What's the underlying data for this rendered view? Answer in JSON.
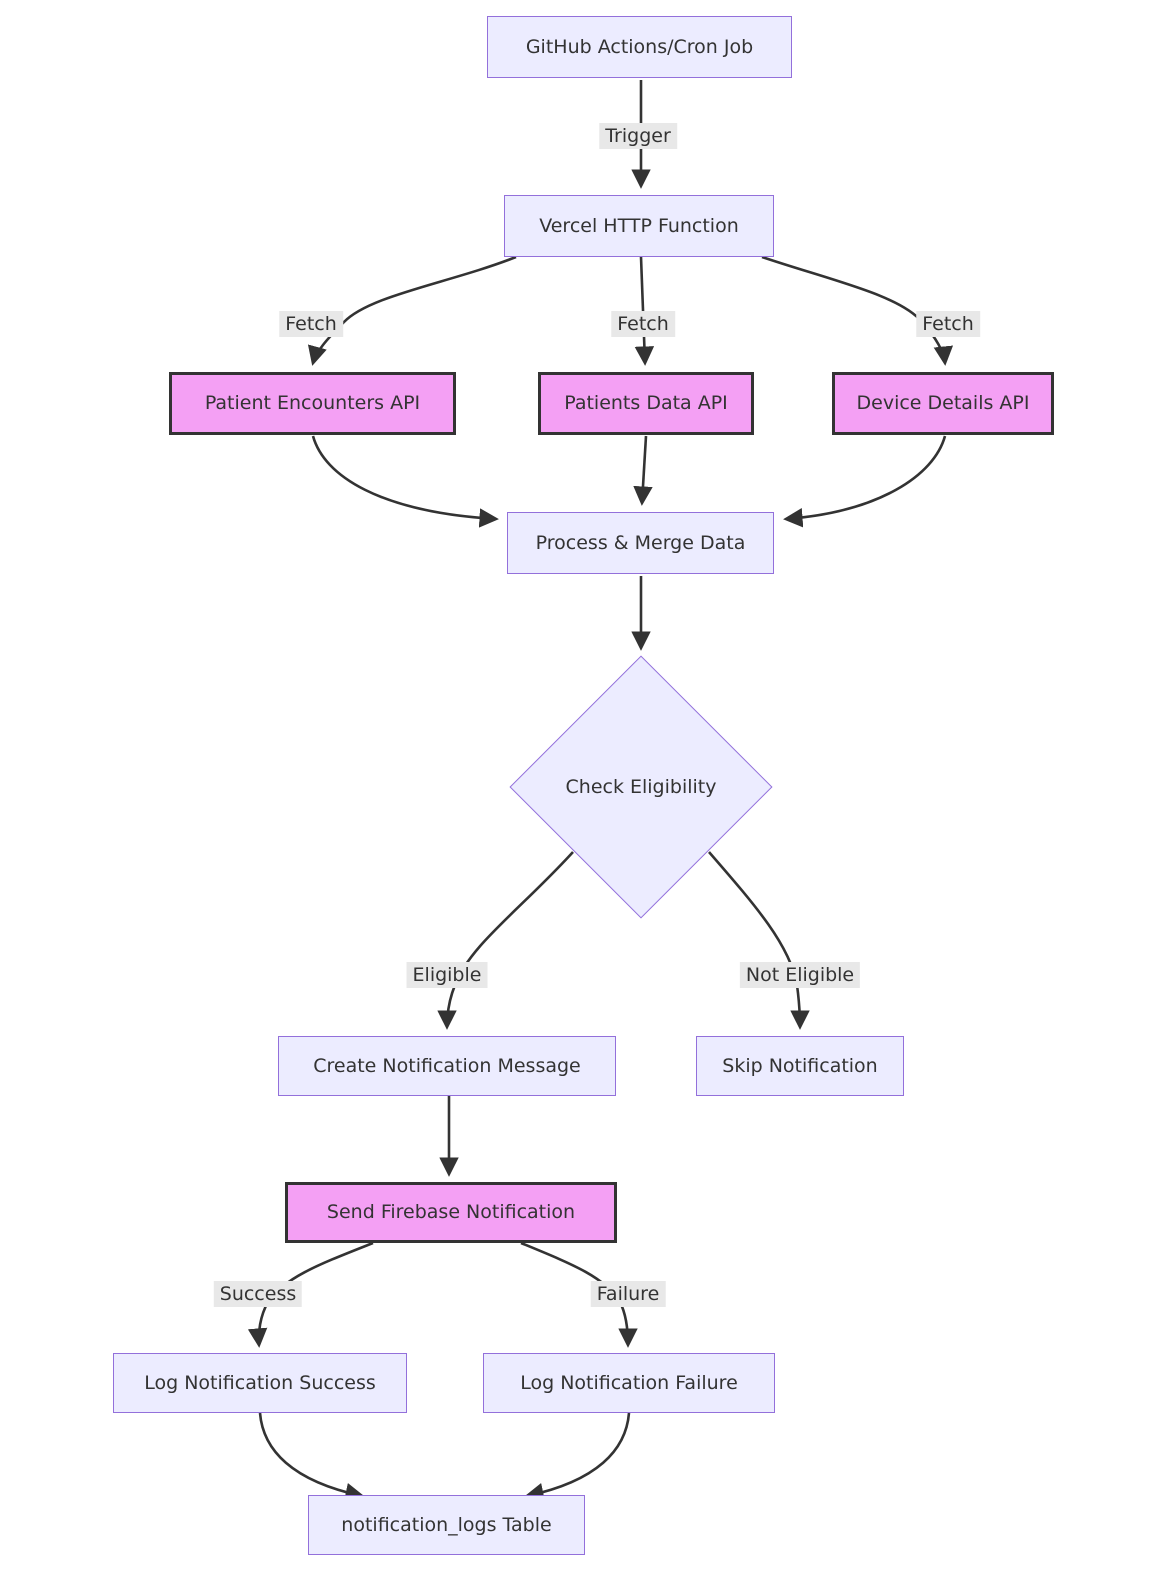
{
  "diagram": {
    "type": "flowchart",
    "direction": "top-down",
    "colors": {
      "background": "#ffffff",
      "node_fill": "#ececff",
      "node_border": "#9370db",
      "highlight_node_fill": "#f4a0f4",
      "highlight_node_border": "#333333",
      "edge": "#333333",
      "edge_label_bg": "#e8e8e8",
      "text": "#333333"
    },
    "nodes": {
      "github": {
        "label": "GitHub Actions/Cron Job",
        "shape": "rect",
        "highlighted": false
      },
      "vercel": {
        "label": "Vercel HTTP Function",
        "shape": "rect",
        "highlighted": false
      },
      "encounters": {
        "label": "Patient Encounters API",
        "shape": "rect",
        "highlighted": true
      },
      "patients": {
        "label": "Patients Data API",
        "shape": "rect",
        "highlighted": true
      },
      "devices": {
        "label": "Device Details API",
        "shape": "rect",
        "highlighted": true
      },
      "process": {
        "label": "Process & Merge Data",
        "shape": "rect",
        "highlighted": false
      },
      "eligibility": {
        "label": "Check Eligibility",
        "shape": "diamond",
        "highlighted": false
      },
      "create": {
        "label": "Create Notification Message",
        "shape": "rect",
        "highlighted": false
      },
      "skip": {
        "label": "Skip Notification",
        "shape": "rect",
        "highlighted": false
      },
      "firebase": {
        "label": "Send Firebase Notification",
        "shape": "rect",
        "highlighted": true
      },
      "log_success": {
        "label": "Log Notification Success",
        "shape": "rect",
        "highlighted": false
      },
      "log_failure": {
        "label": "Log Notification Failure",
        "shape": "rect",
        "highlighted": false
      },
      "logs_table": {
        "label": "notification_logs Table",
        "shape": "rect",
        "highlighted": false
      }
    },
    "edges": {
      "trigger": {
        "from": "github",
        "to": "vercel",
        "label": "Trigger"
      },
      "fetch_encounters": {
        "from": "vercel",
        "to": "encounters",
        "label": "Fetch"
      },
      "fetch_patients": {
        "from": "vercel",
        "to": "patients",
        "label": "Fetch"
      },
      "fetch_devices": {
        "from": "vercel",
        "to": "devices",
        "label": "Fetch"
      },
      "encounters_process": {
        "from": "encounters",
        "to": "process",
        "label": ""
      },
      "patients_process": {
        "from": "patients",
        "to": "process",
        "label": ""
      },
      "devices_process": {
        "from": "devices",
        "to": "process",
        "label": ""
      },
      "process_eligibility": {
        "from": "process",
        "to": "eligibility",
        "label": ""
      },
      "eligible": {
        "from": "eligibility",
        "to": "create",
        "label": "Eligible"
      },
      "not_eligible": {
        "from": "eligibility",
        "to": "skip",
        "label": "Not Eligible"
      },
      "create_firebase": {
        "from": "create",
        "to": "firebase",
        "label": ""
      },
      "success": {
        "from": "firebase",
        "to": "log_success",
        "label": "Success"
      },
      "failure": {
        "from": "firebase",
        "to": "log_failure",
        "label": "Failure"
      },
      "success_table": {
        "from": "log_success",
        "to": "logs_table",
        "label": ""
      },
      "failure_table": {
        "from": "log_failure",
        "to": "logs_table",
        "label": ""
      }
    }
  }
}
